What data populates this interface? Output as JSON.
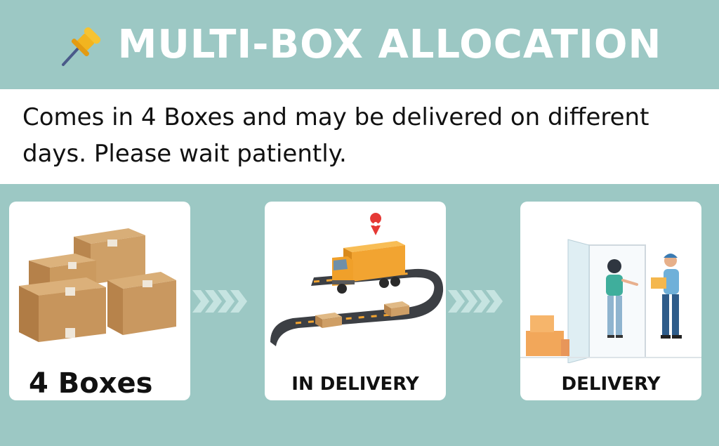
{
  "header": {
    "title": "MULTI-BOX ALLOCATION",
    "icon": "pushpin-icon",
    "background": "#9cc8c4"
  },
  "notice": {
    "text": "Comes in 4 Boxes and may be delivered on different days. Please wait patiently."
  },
  "steps": [
    {
      "label": "4 Boxes",
      "icon": "cardboard-boxes-icon"
    },
    {
      "label": "IN DELIVERY",
      "icon": "delivery-truck-icon"
    },
    {
      "label": "DELIVERY",
      "icon": "courier-handover-icon"
    }
  ],
  "colors": {
    "accent": "#9cc8c4",
    "box": "#c9995e",
    "truck": "#f2a431",
    "road": "#3c3f44"
  }
}
